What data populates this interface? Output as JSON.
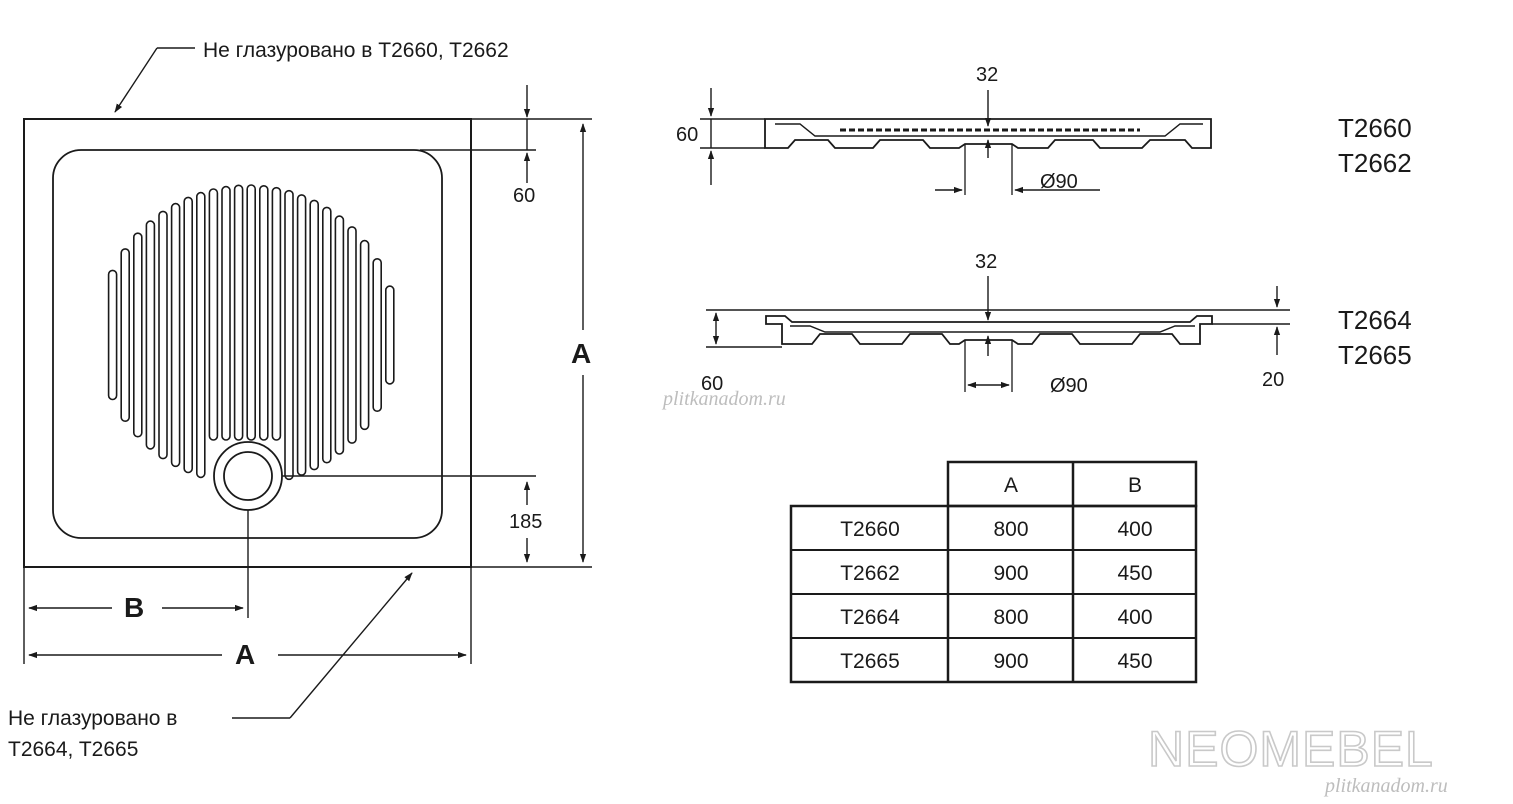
{
  "top_note": "Не глазуровано в T2660, T2662",
  "bottom_note_line1": "Не глазуровано в",
  "bottom_note_line2": "T2664, T2665",
  "plan_view": {
    "label_a_side": "A",
    "label_a_bottom": "A",
    "label_b": "B",
    "dim_rim": "60",
    "dim_drain": "185"
  },
  "section_top": {
    "models": [
      "T2660",
      "T2662"
    ],
    "dim_height": "60",
    "dim_center": "32",
    "dim_drain": "Ø90"
  },
  "section_bottom": {
    "models": [
      "T2664",
      "T2665"
    ],
    "dim_height": "60",
    "dim_center": "32",
    "dim_drain": "Ø90",
    "dim_lip": "20"
  },
  "size_table": {
    "headers": [
      "A",
      "B"
    ],
    "rows": [
      {
        "model": "T2660",
        "a": "800",
        "b": "400"
      },
      {
        "model": "T2662",
        "a": "900",
        "b": "450"
      },
      {
        "model": "T2664",
        "a": "800",
        "b": "400"
      },
      {
        "model": "T2665",
        "a": "900",
        "b": "450"
      }
    ]
  },
  "watermarks": [
    "plitkanadom.ru",
    "NEOMEBEL",
    "plitkanadom.ru"
  ]
}
